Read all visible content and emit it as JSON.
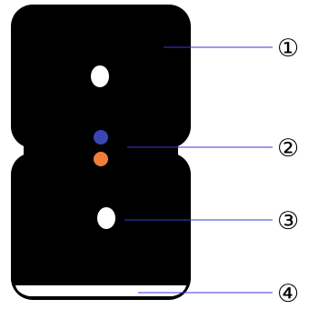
{
  "callouts": [
    {
      "label": "①",
      "target": "upper-body"
    },
    {
      "label": "②",
      "target": "fiber-pair"
    },
    {
      "label": "③",
      "target": "lower-element"
    },
    {
      "label": "④",
      "target": "bottom-strip"
    }
  ],
  "colors": {
    "background": "#ffffff",
    "body": "#000000",
    "hole": "#ffffff",
    "fiber_blue": "#3b46b4",
    "fiber_orange": "#ee7e3a",
    "leader_line": "#3a3ad6",
    "label_text": "#000000"
  }
}
